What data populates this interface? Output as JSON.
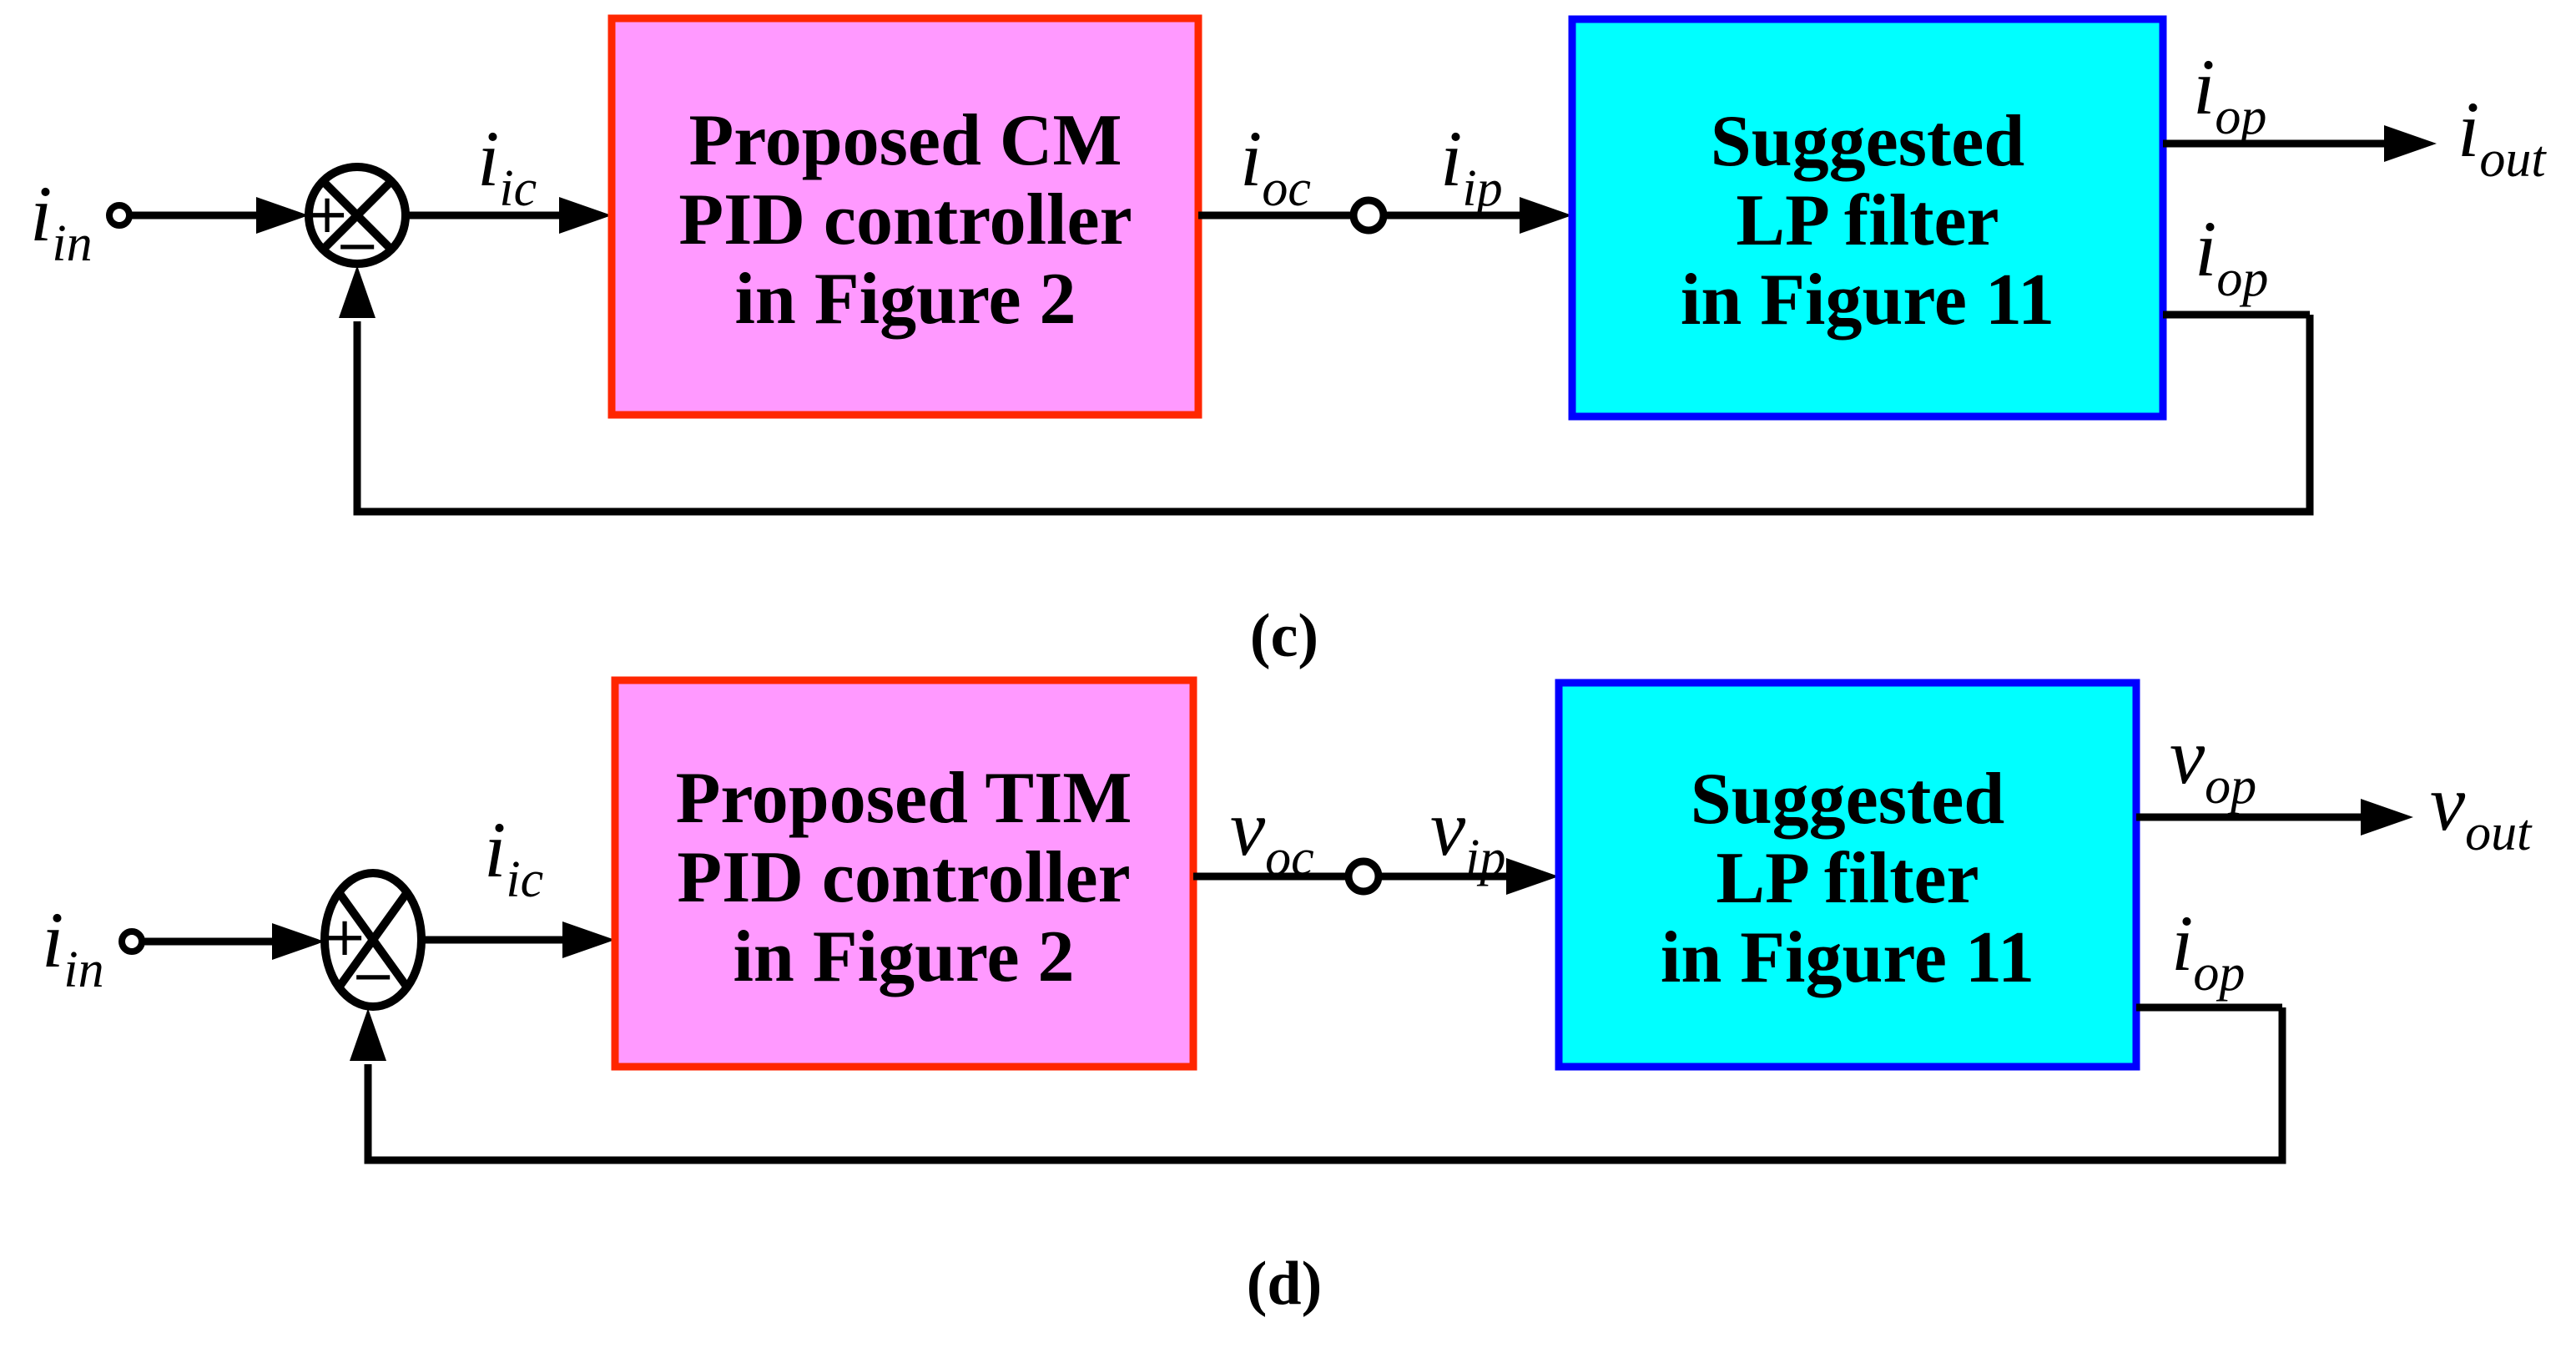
{
  "colors": {
    "controller_fill": "#FF99FF",
    "controller_border": "#FF2600",
    "filter_fill": "#00FFFF",
    "filter_border": "#0000FF",
    "line": "#000000",
    "background": "#FFFFFF"
  },
  "diagrams": [
    {
      "caption": "(c)",
      "junction": {
        "plus": "+",
        "minus": "−"
      },
      "controller": {
        "line1": "Proposed CM",
        "line2": "PID controller",
        "line3": "in Figure 2"
      },
      "filter": {
        "line1": "Suggested",
        "line2": "LP filter",
        "line3": "in Figure 11"
      },
      "signals": {
        "input": {
          "base": "i",
          "sub": "in"
        },
        "error": {
          "base": "i",
          "sub": "ic"
        },
        "controller_out": {
          "base": "i",
          "sub": "oc"
        },
        "filter_in": {
          "base": "i",
          "sub": "ip"
        },
        "output": {
          "base": "i",
          "sub": "op"
        },
        "final_out": {
          "base": "i",
          "sub": "out"
        },
        "feedback": {
          "base": "i",
          "sub": "op"
        }
      }
    },
    {
      "caption": "(d)",
      "junction": {
        "plus": "+",
        "minus": "−"
      },
      "controller": {
        "line1": "Proposed TIM",
        "line2": "PID controller",
        "line3": "in Figure 2"
      },
      "filter": {
        "line1": "Suggested",
        "line2": "LP filter",
        "line3": "in Figure 11"
      },
      "signals": {
        "input": {
          "base": "i",
          "sub": "in"
        },
        "error": {
          "base": "i",
          "sub": "ic"
        },
        "controller_out": {
          "base": "v",
          "sub": "oc"
        },
        "filter_in": {
          "base": "v",
          "sub": "ip"
        },
        "output": {
          "base": "v",
          "sub": "op"
        },
        "final_out": {
          "base": "v",
          "sub": "out"
        },
        "feedback": {
          "base": "i",
          "sub": "op"
        }
      }
    }
  ]
}
